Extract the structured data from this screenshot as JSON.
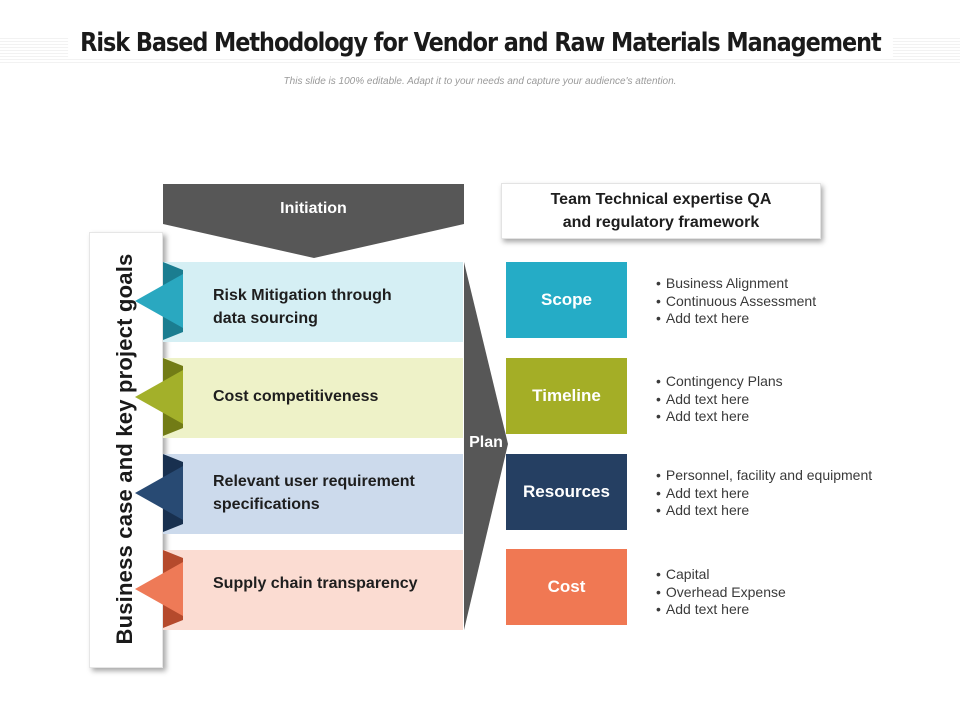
{
  "title": "Risk Based Methodology for Vendor and Raw Materials Management",
  "subtitle": "This slide is 100% editable. Adapt it to your needs and capture your audience's attention.",
  "side_label": "Business case and key project goals",
  "initiation_label": "Initiation",
  "plan_label": "Plan",
  "team_box": {
    "line1": "Team Technical expertise QA",
    "line2": "and regulatory framework"
  },
  "rows": [
    {
      "line1": "Risk Mitigation through",
      "line2": "data sourcing",
      "bg": "#d5eff4",
      "accent": "#2aa8c0",
      "accent_dark": "#1b7d90"
    },
    {
      "line1": "Cost competitiveness",
      "line2": "",
      "bg": "#eef2c8",
      "accent": "#a3b02a",
      "accent_dark": "#727c16"
    },
    {
      "line1": "Relevant user requirement",
      "line2": "specifications",
      "bg": "#ccdaec",
      "accent": "#284a73",
      "accent_dark": "#18304f"
    },
    {
      "line1": "Supply chain transparency",
      "line2": "",
      "bg": "#fbdcd2",
      "accent": "#ee7a57",
      "accent_dark": "#b54a2c"
    }
  ],
  "categories": [
    {
      "label": "Scope",
      "color": "#25acc6",
      "bullets": [
        "Business Alignment",
        "Continuous Assessment",
        "Add text here"
      ]
    },
    {
      "label": "Timeline",
      "color": "#a4ae26",
      "bullets": [
        "Contingency Plans",
        "Add text here",
        "Add text here"
      ]
    },
    {
      "label": "Resources",
      "color": "#253f62",
      "bullets": [
        "Personnel, facility and equipment",
        "Add text here",
        "Add text here"
      ]
    },
    {
      "label": "Cost",
      "color": "#f07853",
      "bullets": [
        "Capital",
        "Overhead Expense",
        "Add text here"
      ]
    }
  ],
  "colors": {
    "arrow_gray": "#575757"
  }
}
